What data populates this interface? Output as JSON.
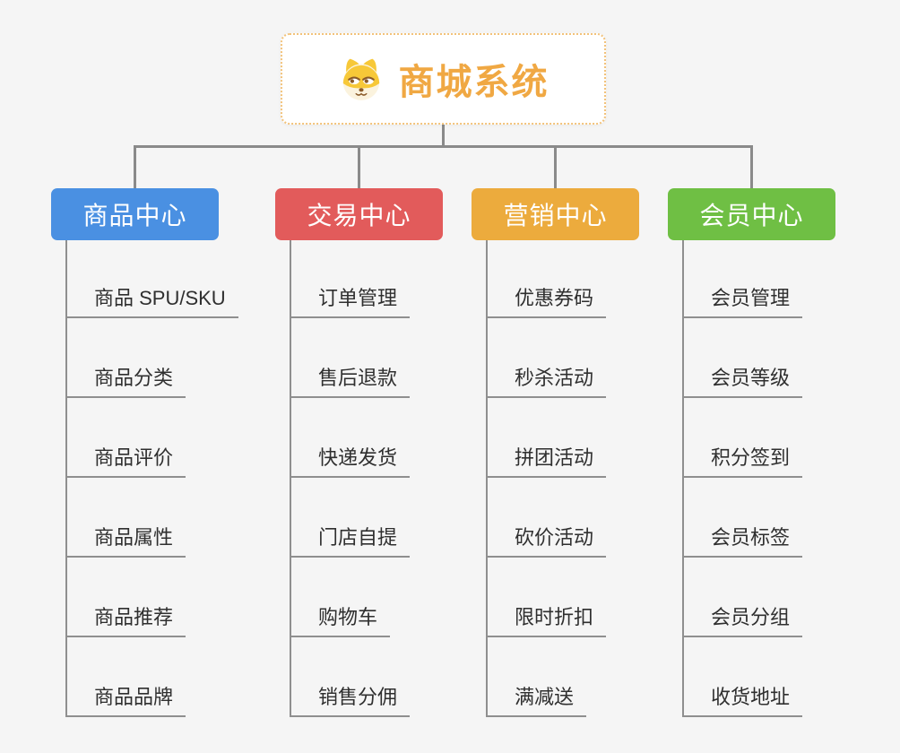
{
  "background_color": "#F5F5F5",
  "connector_color": "#8A8A8A",
  "root": {
    "title": "商城系统",
    "title_color": "#F0A843",
    "border_color": "#F2C27A",
    "icon": "shiba-dog-face-icon"
  },
  "branches": [
    {
      "label": "商品中心",
      "color": "#4A90E2",
      "items": [
        "商品 SPU/SKU",
        "商品分类",
        "商品评价",
        "商品属性",
        "商品推荐",
        "商品品牌"
      ]
    },
    {
      "label": "交易中心",
      "color": "#E25B5B",
      "items": [
        "订单管理",
        "售后退款",
        "快递发货",
        "门店自提",
        "购物车",
        "销售分佣"
      ]
    },
    {
      "label": "营销中心",
      "color": "#ECAB3D",
      "items": [
        "优惠券码",
        "秒杀活动",
        "拼团活动",
        "砍价活动",
        "限时折扣",
        "满减送"
      ]
    },
    {
      "label": "会员中心",
      "color": "#6FBF44",
      "items": [
        "会员管理",
        "会员等级",
        "积分签到",
        "会员标签",
        "会员分组",
        "收货地址"
      ]
    }
  ]
}
